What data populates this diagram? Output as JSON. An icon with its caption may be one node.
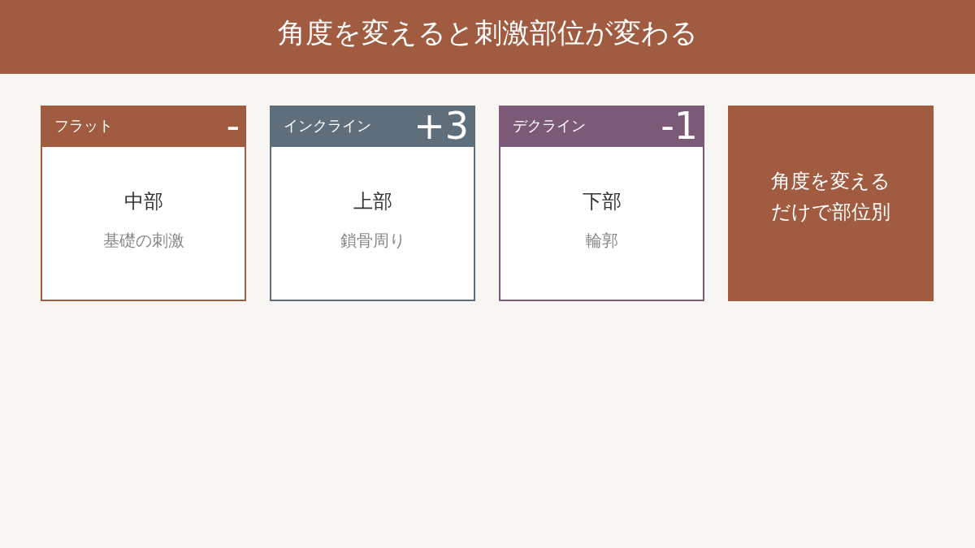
{
  "diagram": {
    "title": "角度を変えると刺激部位が変わる",
    "nodes": [
      {
        "text": [
          "フラット",
          "-",
          "中部",
          "基礎の刺激"
        ]
      },
      {
        "text": [
          "インクライン",
          "+3",
          "上部",
          "鎖骨周り"
        ]
      },
      {
        "text": [
          "デクライン",
          "-1",
          "下部",
          "輪郭"
        ]
      },
      {
        "text": [
          "角度を変えるだけで部位別"
        ]
      }
    ]
  }
}
